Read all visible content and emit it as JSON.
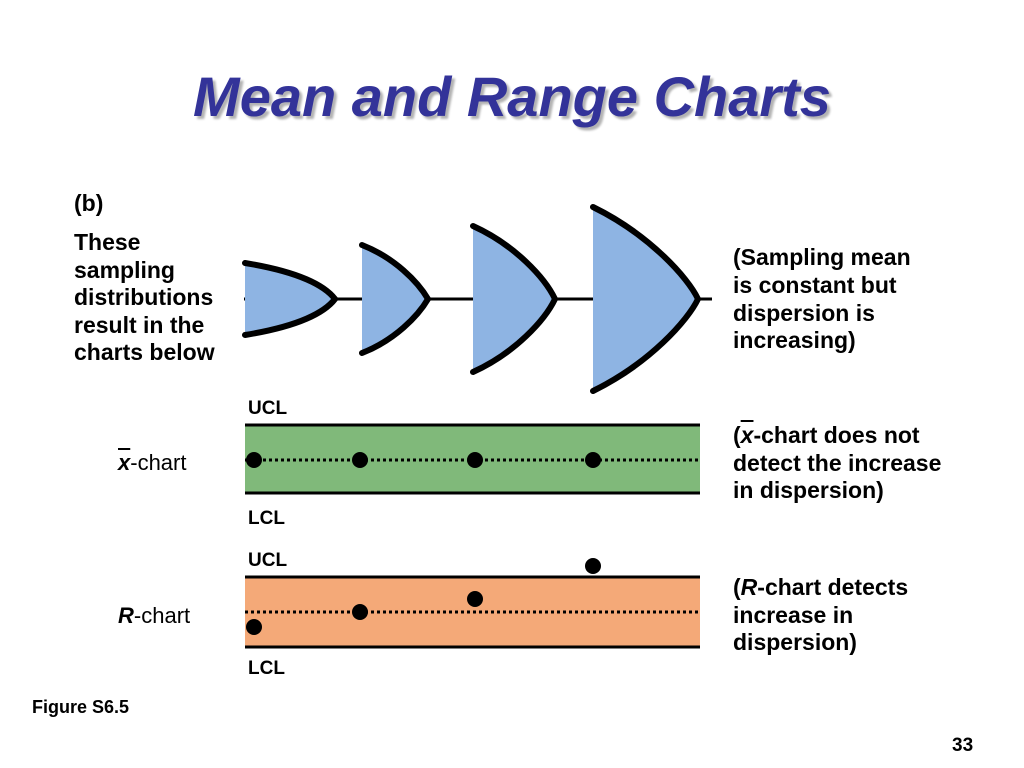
{
  "slide": {
    "title": "Mean and Range Charts",
    "panel_label": "(b)",
    "left_text_lines": [
      "These",
      "sampling",
      "distributions",
      "result in the",
      "charts below"
    ],
    "right_note_lines": [
      "(Sampling mean",
      "is constant but",
      "dispersion is",
      "increasing)"
    ],
    "figure_caption": "Figure S6.5",
    "page_number": "33"
  },
  "xbar_chart": {
    "label_symbol": "x",
    "label_suffix": "-chart",
    "ucl_label": "UCL",
    "lcl_label": "LCL",
    "band_color": "#80b97a",
    "note_prefix": "(",
    "note_symbol": "x",
    "note_line1_rest": "-chart does not",
    "note_line2": "detect the increase",
    "note_line3": "in dispersion)"
  },
  "r_chart": {
    "label_symbol": "R",
    "label_suffix": "-chart",
    "ucl_label": "UCL",
    "lcl_label": "LCL",
    "band_color": "#f4a978",
    "note_prefix": "(",
    "note_symbol": "R",
    "note_line1_rest": "-chart detects",
    "note_line2": "increase in",
    "note_line3": "dispersion)"
  },
  "colors": {
    "title": "#333399",
    "distribution_fill": "#8eb4e3"
  }
}
